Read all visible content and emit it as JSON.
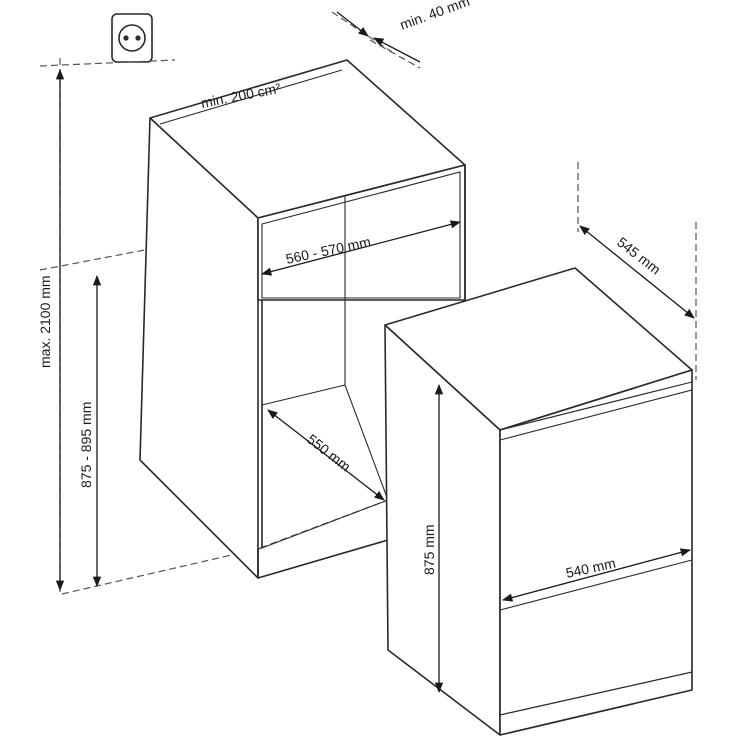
{
  "dimensions": {
    "vent_gap": "min. 40 mm",
    "vent_area": "min. 200 cm²",
    "max_height": "max. 2100 mm",
    "niche_height": "875 - 895 mm",
    "niche_width": "560 - 570 mm",
    "niche_depth": "550 mm",
    "appliance_depth": "545 mm",
    "appliance_height": "875 mm",
    "appliance_width": "540 mm"
  }
}
